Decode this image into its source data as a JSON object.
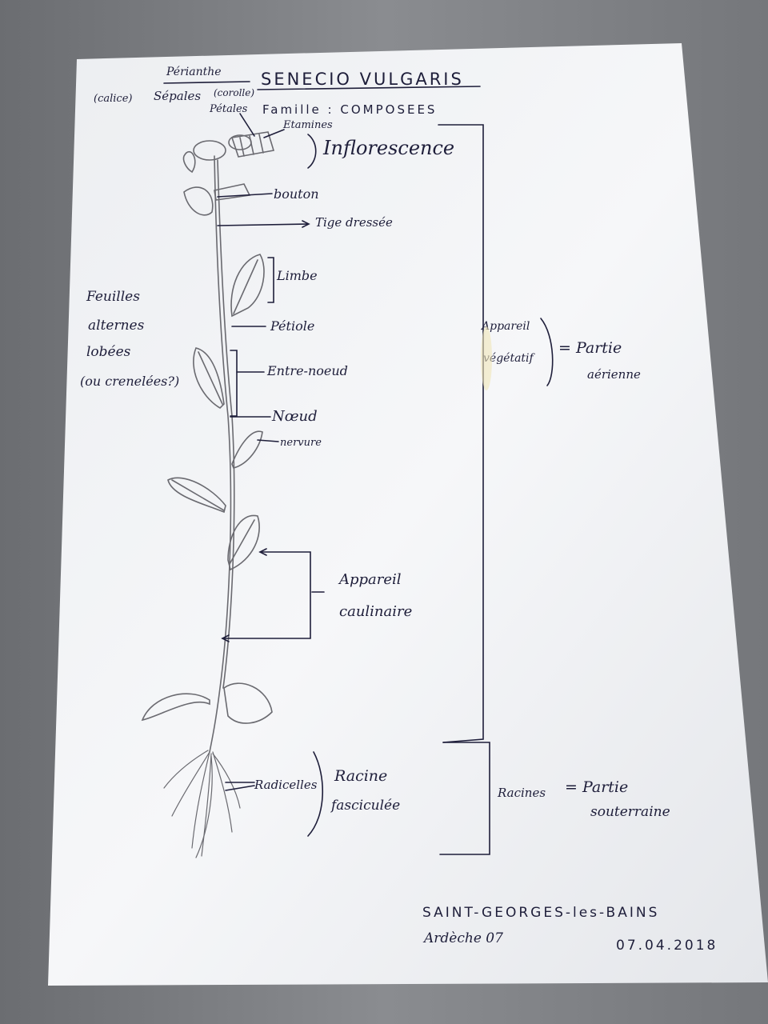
{
  "sheet": {
    "title": "SENECIO VULGARIS",
    "family": "Famille : COMPOSEES",
    "location_line1": "SAINT-GEORGES-les-BAINS",
    "location_line2": "Ardèche 07",
    "date": "07.04.2018"
  },
  "labels": {
    "perianthe": "Périanthe",
    "calice": "(calice)",
    "sepales": "Sépales",
    "corolle": "(corolle)",
    "petales": "Pétales",
    "etamines": "Etamines",
    "inflorescence": "Inflorescence",
    "bouton": "bouton",
    "tige": "Tige dressée",
    "limbe": "Limbe",
    "feuilles_1": "Feuilles",
    "feuilles_2": "alternes",
    "feuilles_3": "lobées",
    "feuilles_4": "(ou crenelées?)",
    "petiole": "Pétiole",
    "entre_noeud": "Entre-noeud",
    "noeud": "Nœud",
    "nervure": "nervure",
    "appareil_caulinaire_1": "Appareil",
    "appareil_caulinaire_2": "caulinaire",
    "appareil_vegetatif_1": "Appareil",
    "appareil_vegetatif_2": "végétatif",
    "partie_aerienne_1": "= Partie",
    "partie_aerienne_2": "aérienne",
    "radicelles": "Radicelles",
    "racine_1": "Racine",
    "racine_2": "fasciculée",
    "racines": "Racines",
    "partie_souterraine_1": "= Partie",
    "partie_souterraine_2": "souterraine"
  },
  "colors": {
    "background": "#7d7f83",
    "paper": "#f4f5f7",
    "ink": "#1e1e3a",
    "pencil": "#6a6a70"
  }
}
